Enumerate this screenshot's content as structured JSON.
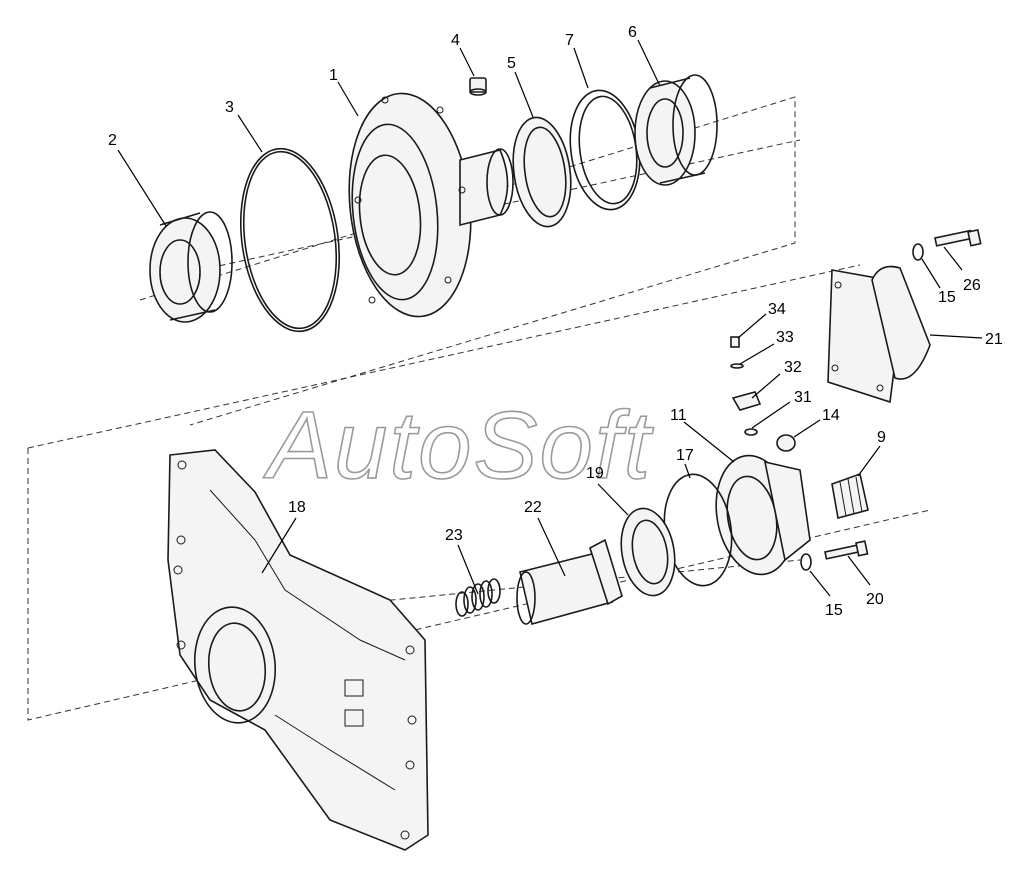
{
  "watermark": "AutoSoft",
  "callouts": [
    {
      "id": "c1",
      "label": "1"
    },
    {
      "id": "c2",
      "label": "2"
    },
    {
      "id": "c3",
      "label": "3"
    },
    {
      "id": "c4",
      "label": "4"
    },
    {
      "id": "c5",
      "label": "5"
    },
    {
      "id": "c6",
      "label": "6"
    },
    {
      "id": "c7",
      "label": "7"
    },
    {
      "id": "c9",
      "label": "9"
    },
    {
      "id": "c11",
      "label": "11"
    },
    {
      "id": "c14",
      "label": "14"
    },
    {
      "id": "c15a",
      "label": "15"
    },
    {
      "id": "c15b",
      "label": "15"
    },
    {
      "id": "c17",
      "label": "17"
    },
    {
      "id": "c18",
      "label": "18"
    },
    {
      "id": "c19",
      "label": "19"
    },
    {
      "id": "c20",
      "label": "20"
    },
    {
      "id": "c21",
      "label": "21"
    },
    {
      "id": "c22",
      "label": "22"
    },
    {
      "id": "c23",
      "label": "23"
    },
    {
      "id": "c26",
      "label": "26"
    },
    {
      "id": "c31",
      "label": "31"
    },
    {
      "id": "c32",
      "label": "32"
    },
    {
      "id": "c33",
      "label": "33"
    },
    {
      "id": "c34",
      "label": "34"
    }
  ]
}
